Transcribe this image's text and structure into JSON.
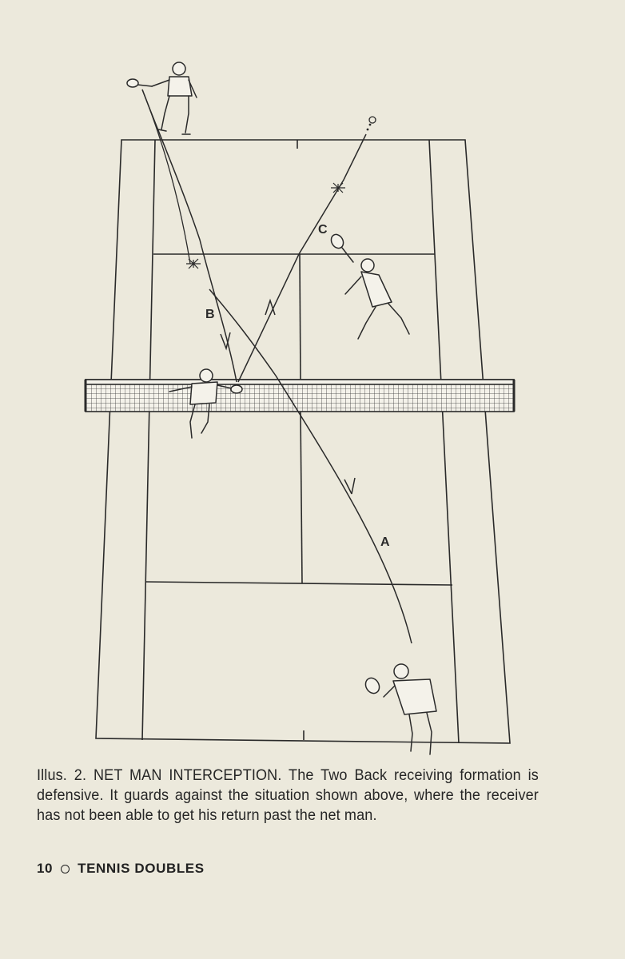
{
  "figure": {
    "shot_labels": {
      "a": "A",
      "b": "B",
      "c": "C"
    }
  },
  "caption": {
    "lead": "Illus. 2. NET MAN INTERCEPTION.",
    "body": "The Two Back receiving formation is defensive. It guards against the situation shown above, where the receiver has not been able to get his return past the net man."
  },
  "footer": {
    "page_number": "10",
    "section_title": "TENNIS DOUBLES"
  }
}
